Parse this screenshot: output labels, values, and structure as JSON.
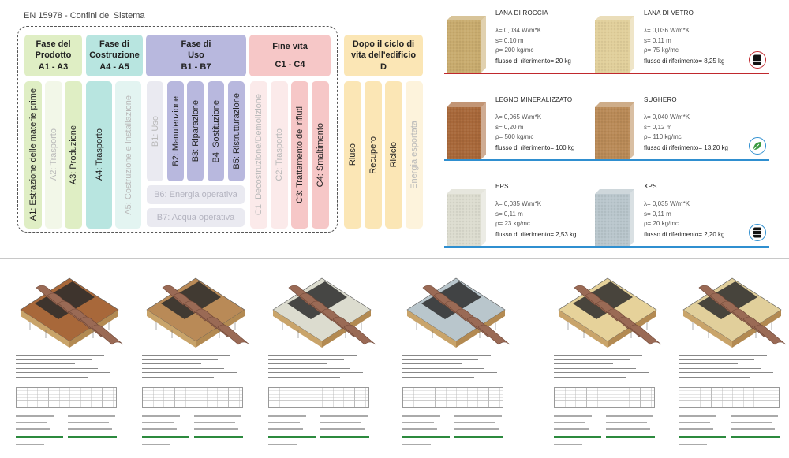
{
  "title": "EN 15978 - Confini del Sistema",
  "phases": [
    {
      "line1": "Fase del",
      "line2": "Prodotto",
      "line3": "A1 - A3",
      "color": "#dfeec4"
    },
    {
      "line1": "Fase di",
      "line2": "Costruzione",
      "line3": "A4 - A5",
      "color": "#b8e5e0"
    },
    {
      "line1": "Fase di",
      "line2": "Uso",
      "line3": "B1 - B7",
      "color": "#b8b8de"
    },
    {
      "line1": "Fine vita",
      "line2": "",
      "line3": "C1 - C4",
      "color": "#f6c7c7"
    },
    {
      "line1": "Dopo il ciclo di",
      "line2": "vita dell'edificio",
      "line3": "D",
      "color": "#fbe6b5"
    }
  ],
  "modules": {
    "a1": "A1: Estrazione delle materie prime",
    "a2": "A2: Trasporto",
    "a3": "A3: Produzione",
    "a4": "A4: Trasporto",
    "a5": "A5: Costruzione e Installazione",
    "b1": "B1: Uso",
    "b2": "B2: Manutenzione",
    "b3": "B3: Riparazione",
    "b4": "B4: Sostituzione",
    "b5": "B5: Ristrutturazione",
    "b6": "B6: Energia operativa",
    "b7": "B7: Acqua operativa",
    "c1": "C1: Decostruzione/Demolizione",
    "c2": "C2: Trasporto",
    "c3": "C3: Trattamento dei rifiuti",
    "c4": "C4: Smaltimento",
    "d1": "Riuso",
    "d2": "Recupero",
    "d3": "Riciclo",
    "d4": "Energia esportata"
  },
  "materials": [
    {
      "name": "LANA DI ROCCIA",
      "lambda": "λ= 0,034 W/m*K",
      "s": "s= 0,10 m",
      "rho": "ρ= 200 kg/mc",
      "flux": "flusso di riferimento= 20 kg",
      "color": "#c8ab6e"
    },
    {
      "name": "LANA DI VETRO",
      "lambda": "λ= 0,036 W/m*K",
      "s": "s= 0,11 m",
      "rho": "ρ= 75 kg/mc",
      "flux": "flusso di riferimento= 8,25 kg",
      "color": "#e1cf9b"
    },
    {
      "name": "LEGNO MINERALIZZATO",
      "lambda": "λ= 0,065 W/m*K",
      "s": "s= 0,20 m",
      "rho": "ρ= 500 kg/mc",
      "flux": "flusso di riferimento= 100 kg",
      "color": "#a8683a"
    },
    {
      "name": "SUGHERO",
      "lambda": "λ= 0,040 W/m*K",
      "s": "s= 0,12 m",
      "rho": "ρ= 110 kg/mc",
      "flux": "flusso di riferimento= 13,20 kg",
      "color": "#b98a57"
    },
    {
      "name": "EPS",
      "lambda": "λ= 0,035 W/m*K",
      "s": "s= 0,11 m",
      "rho": "ρ= 23 kg/mc",
      "flux": "flusso di riferimento= 2,53 kg",
      "color": "#dcdccf"
    },
    {
      "name": "XPS",
      "lambda": "λ= 0,035 W/m*K",
      "s": "s= 0,11 m",
      "rho": "ρ= 20 kg/mc",
      "flux": "flusso di riferimento= 2,20 kg",
      "color": "#b9c6cc"
    }
  ],
  "separators": {
    "row1": "#c0282d",
    "row2": "#2f8fd0",
    "row3": "#2f8fd0"
  },
  "badges": {
    "row1": {
      "icon": "oil-barrel-icon",
      "border": "#c0282d"
    },
    "row2": {
      "icon": "leaf-icon",
      "border": "#2f8fd0"
    },
    "row3": {
      "icon": "oil-barrel-icon",
      "border": "#2f8fd0"
    }
  },
  "roof_sections": [
    {
      "insulation_color": "#a8683a"
    },
    {
      "insulation_color": "#b98a57"
    },
    {
      "insulation_color": "#dcdccf"
    },
    {
      "insulation_color": "#b9c6cc"
    },
    {
      "insulation_color": "#e6d29a"
    },
    {
      "insulation_color": "#e1cf9b"
    }
  ]
}
